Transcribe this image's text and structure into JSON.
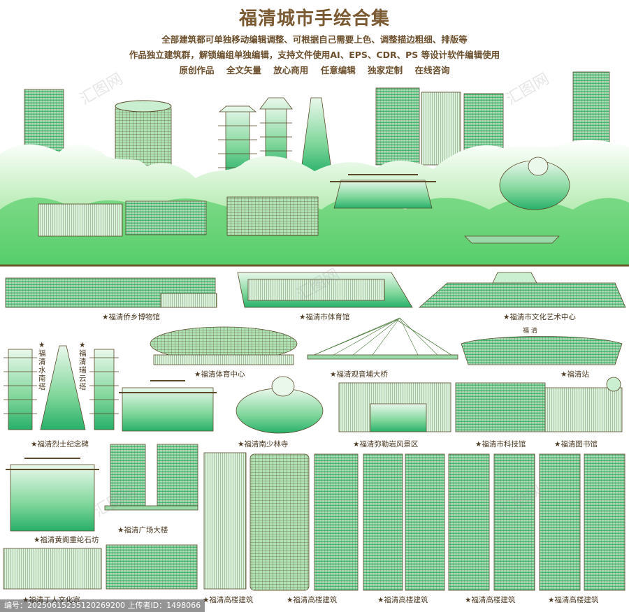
{
  "header": {
    "title": "福清城市手绘合集",
    "lines": [
      "全部建筑都可单独移动编辑调整、可根据自己需要上色、调整描边粗细、排版等",
      "作品独立建筑群，解锁编组单独编辑，支持文件使用AI、EPS、CDR、PS 等设计软件编辑使用",
      "原创作品    全文矢量    放心商用    任意编辑    独家定制    在线咨询"
    ]
  },
  "labels": {
    "qiaoxiang": "★福清侨乡博物馆",
    "tiyuguan": "★福清市体育馆",
    "wenhua": "★福清市文化艺术中心",
    "tiyuzhongxin": "★福清体育中心",
    "qiao": "★福清观音埔大桥",
    "zhan": "★福清站",
    "zhan_sign": "福 清",
    "shuinan": "★福清水南塔",
    "ruiyun": "★福清瑞云塔",
    "lieshi": "★福清烈士纪念碑",
    "shaolin": "★福清南少林寺",
    "milei": "★福清弥勒岩风景区",
    "keji": "★福清市科技馆",
    "tushu": "★福清图书馆",
    "guangchang": "★福清广场大楼",
    "huangge": "★福清黄阁重纶石坊",
    "gongrenwenhua": "★福清工人文化宫",
    "gaolou1": "★福清高楼建筑",
    "gaolou2": "★福清高楼建筑",
    "gaolou3": "★福清高楼建筑",
    "gaolou4": "★福清高楼建筑",
    "gaolou5": "★福清高楼建筑"
  },
  "footer": {
    "text": "编号：20250615235120269200  上传者ID：1498066"
  },
  "watermark": "汇图网",
  "colors": {
    "green": "#3fbf5c",
    "light_green": "#c8f0c8",
    "brown": "#6b4f2c",
    "title": "#7a5a32"
  }
}
